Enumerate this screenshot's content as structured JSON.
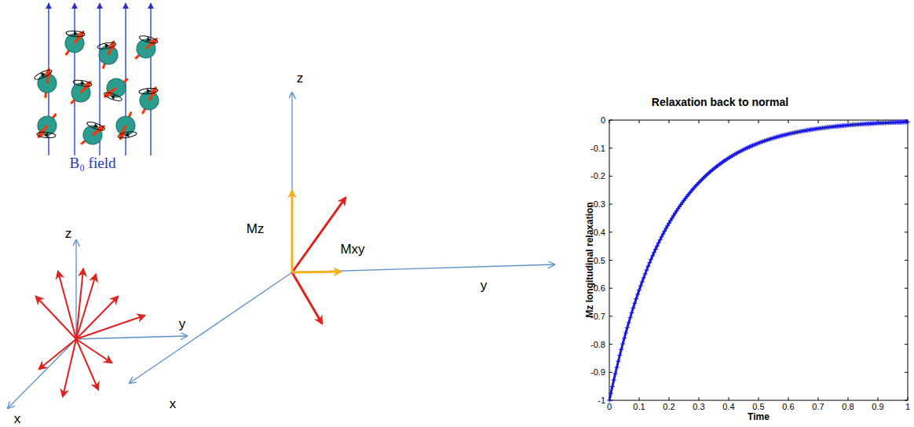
{
  "diagram": {
    "labels": [
      "B₀ field",
      "z",
      "y",
      "x",
      "z",
      "Mz",
      "Mxy",
      "y",
      "x",
      "Relaxation back to normal",
      "Mz longitudinal relaxation",
      "Time",
      "0",
      "-0.1",
      "-0.2",
      "-0.3",
      "-0.4",
      "-0.5",
      "-0.6",
      "-0.7",
      "-0.8",
      "-0.9",
      "-1",
      "0",
      "0.1",
      "0.2",
      "0.3",
      "0.4",
      "0.5",
      "0.6",
      "0.7",
      "0.8",
      "0.9",
      "1"
    ]
  }
}
